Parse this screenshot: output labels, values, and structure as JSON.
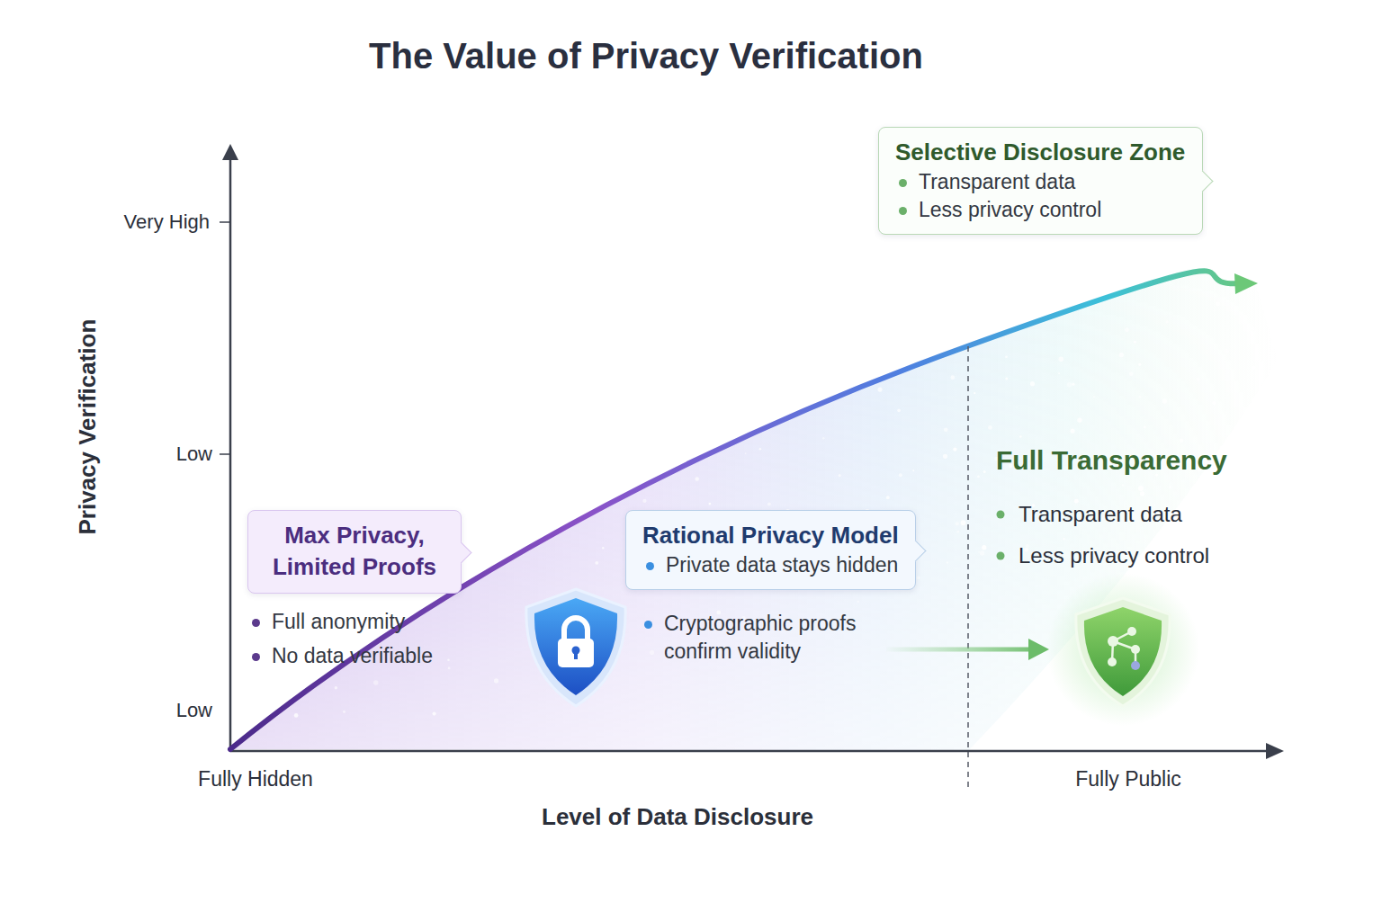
{
  "diagram": {
    "title": "The Value of Privacy Verification",
    "nodes": [
      {
        "text": [
          "Selective Disclosure Zone",
          "Transparent data",
          "Less privacy control"
        ]
      },
      {
        "text": [
          "Max Privacy, Limited Proofs",
          "Full anonymity",
          "No data verifiable"
        ]
      },
      {
        "text": [
          "Rational Privacy Model",
          "Private data stays hidden",
          "Cryptographic proofs confirm validity"
        ]
      }
    ],
    "labels": [
      "Very High",
      "Low",
      "Low",
      "Privacy Verification",
      "Fully Hidden",
      "Fully Public",
      "Level of Data Disclosure",
      "Full Transparency",
      "Transparent data",
      "Less privacy control"
    ]
  }
}
